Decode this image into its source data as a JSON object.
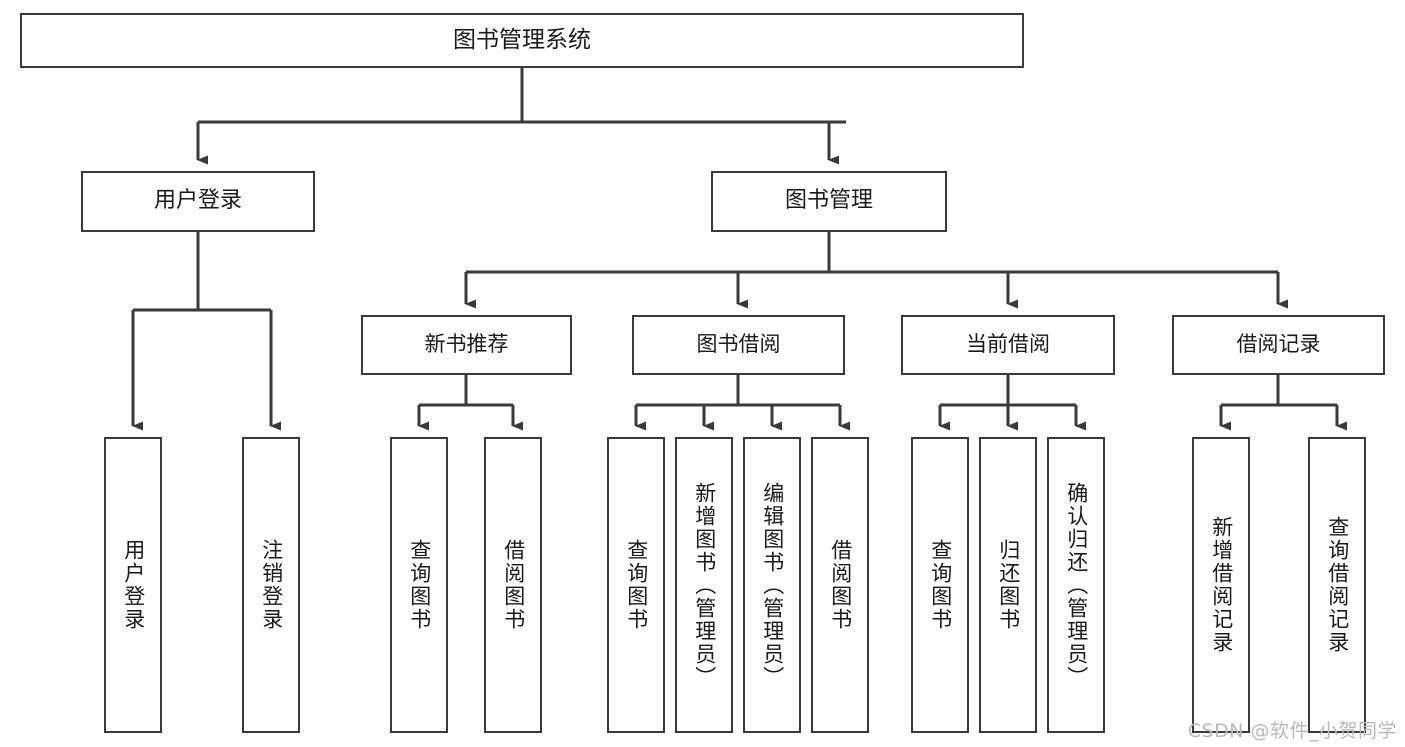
{
  "diagram": {
    "title": "图书管理系统",
    "type": "tree",
    "orientation": "top-down",
    "colors": {
      "box_border": "#3a3a3a",
      "box_fill": "#ffffff",
      "connector": "#3a3a3a",
      "text": "#1a1a1a",
      "watermark": "#b9b9b9",
      "background": "#ffffff"
    },
    "watermark": "CSDN @软件_小贺同学",
    "nodes": {
      "root": {
        "label": "图书管理系统"
      },
      "level1": [
        {
          "id": "user-login",
          "label": "用户登录"
        },
        {
          "id": "book-management",
          "label": "图书管理"
        }
      ],
      "level2": [
        {
          "id": "new-book-recommend",
          "label": "新书推荐",
          "parent": "book-management"
        },
        {
          "id": "book-borrow",
          "label": "图书借阅",
          "parent": "book-management"
        },
        {
          "id": "current-borrow",
          "label": "当前借阅",
          "parent": "book-management"
        },
        {
          "id": "borrow-record",
          "label": "借阅记录",
          "parent": "book-management"
        }
      ],
      "leaves": [
        {
          "id": "leaf-user-login",
          "label": "用户登录",
          "parent": "user-login"
        },
        {
          "id": "leaf-logout-login",
          "label": "注销登录",
          "parent": "user-login"
        },
        {
          "id": "leaf-query-book-1",
          "label": "查询图书",
          "parent": "new-book-recommend"
        },
        {
          "id": "leaf-borrow-book-1",
          "label": "借阅图书",
          "parent": "new-book-recommend"
        },
        {
          "id": "leaf-query-book-2",
          "label": "查询图书",
          "parent": "book-borrow"
        },
        {
          "id": "leaf-add-book",
          "label": "新增图书（管理员）",
          "parent": "book-borrow"
        },
        {
          "id": "leaf-edit-book",
          "label": "编辑图书（管理员）",
          "parent": "book-borrow"
        },
        {
          "id": "leaf-borrow-book-2",
          "label": "借阅图书",
          "parent": "book-borrow"
        },
        {
          "id": "leaf-query-book-3",
          "label": "查询图书",
          "parent": "current-borrow"
        },
        {
          "id": "leaf-return-book",
          "label": "归还图书",
          "parent": "current-borrow"
        },
        {
          "id": "leaf-confirm-return",
          "label": "确认归还（管理员）",
          "parent": "current-borrow"
        },
        {
          "id": "leaf-add-record",
          "label": "新增借阅记录",
          "parent": "borrow-record"
        },
        {
          "id": "leaf-query-record",
          "label": "查询借阅记录",
          "parent": "borrow-record"
        }
      ]
    }
  }
}
